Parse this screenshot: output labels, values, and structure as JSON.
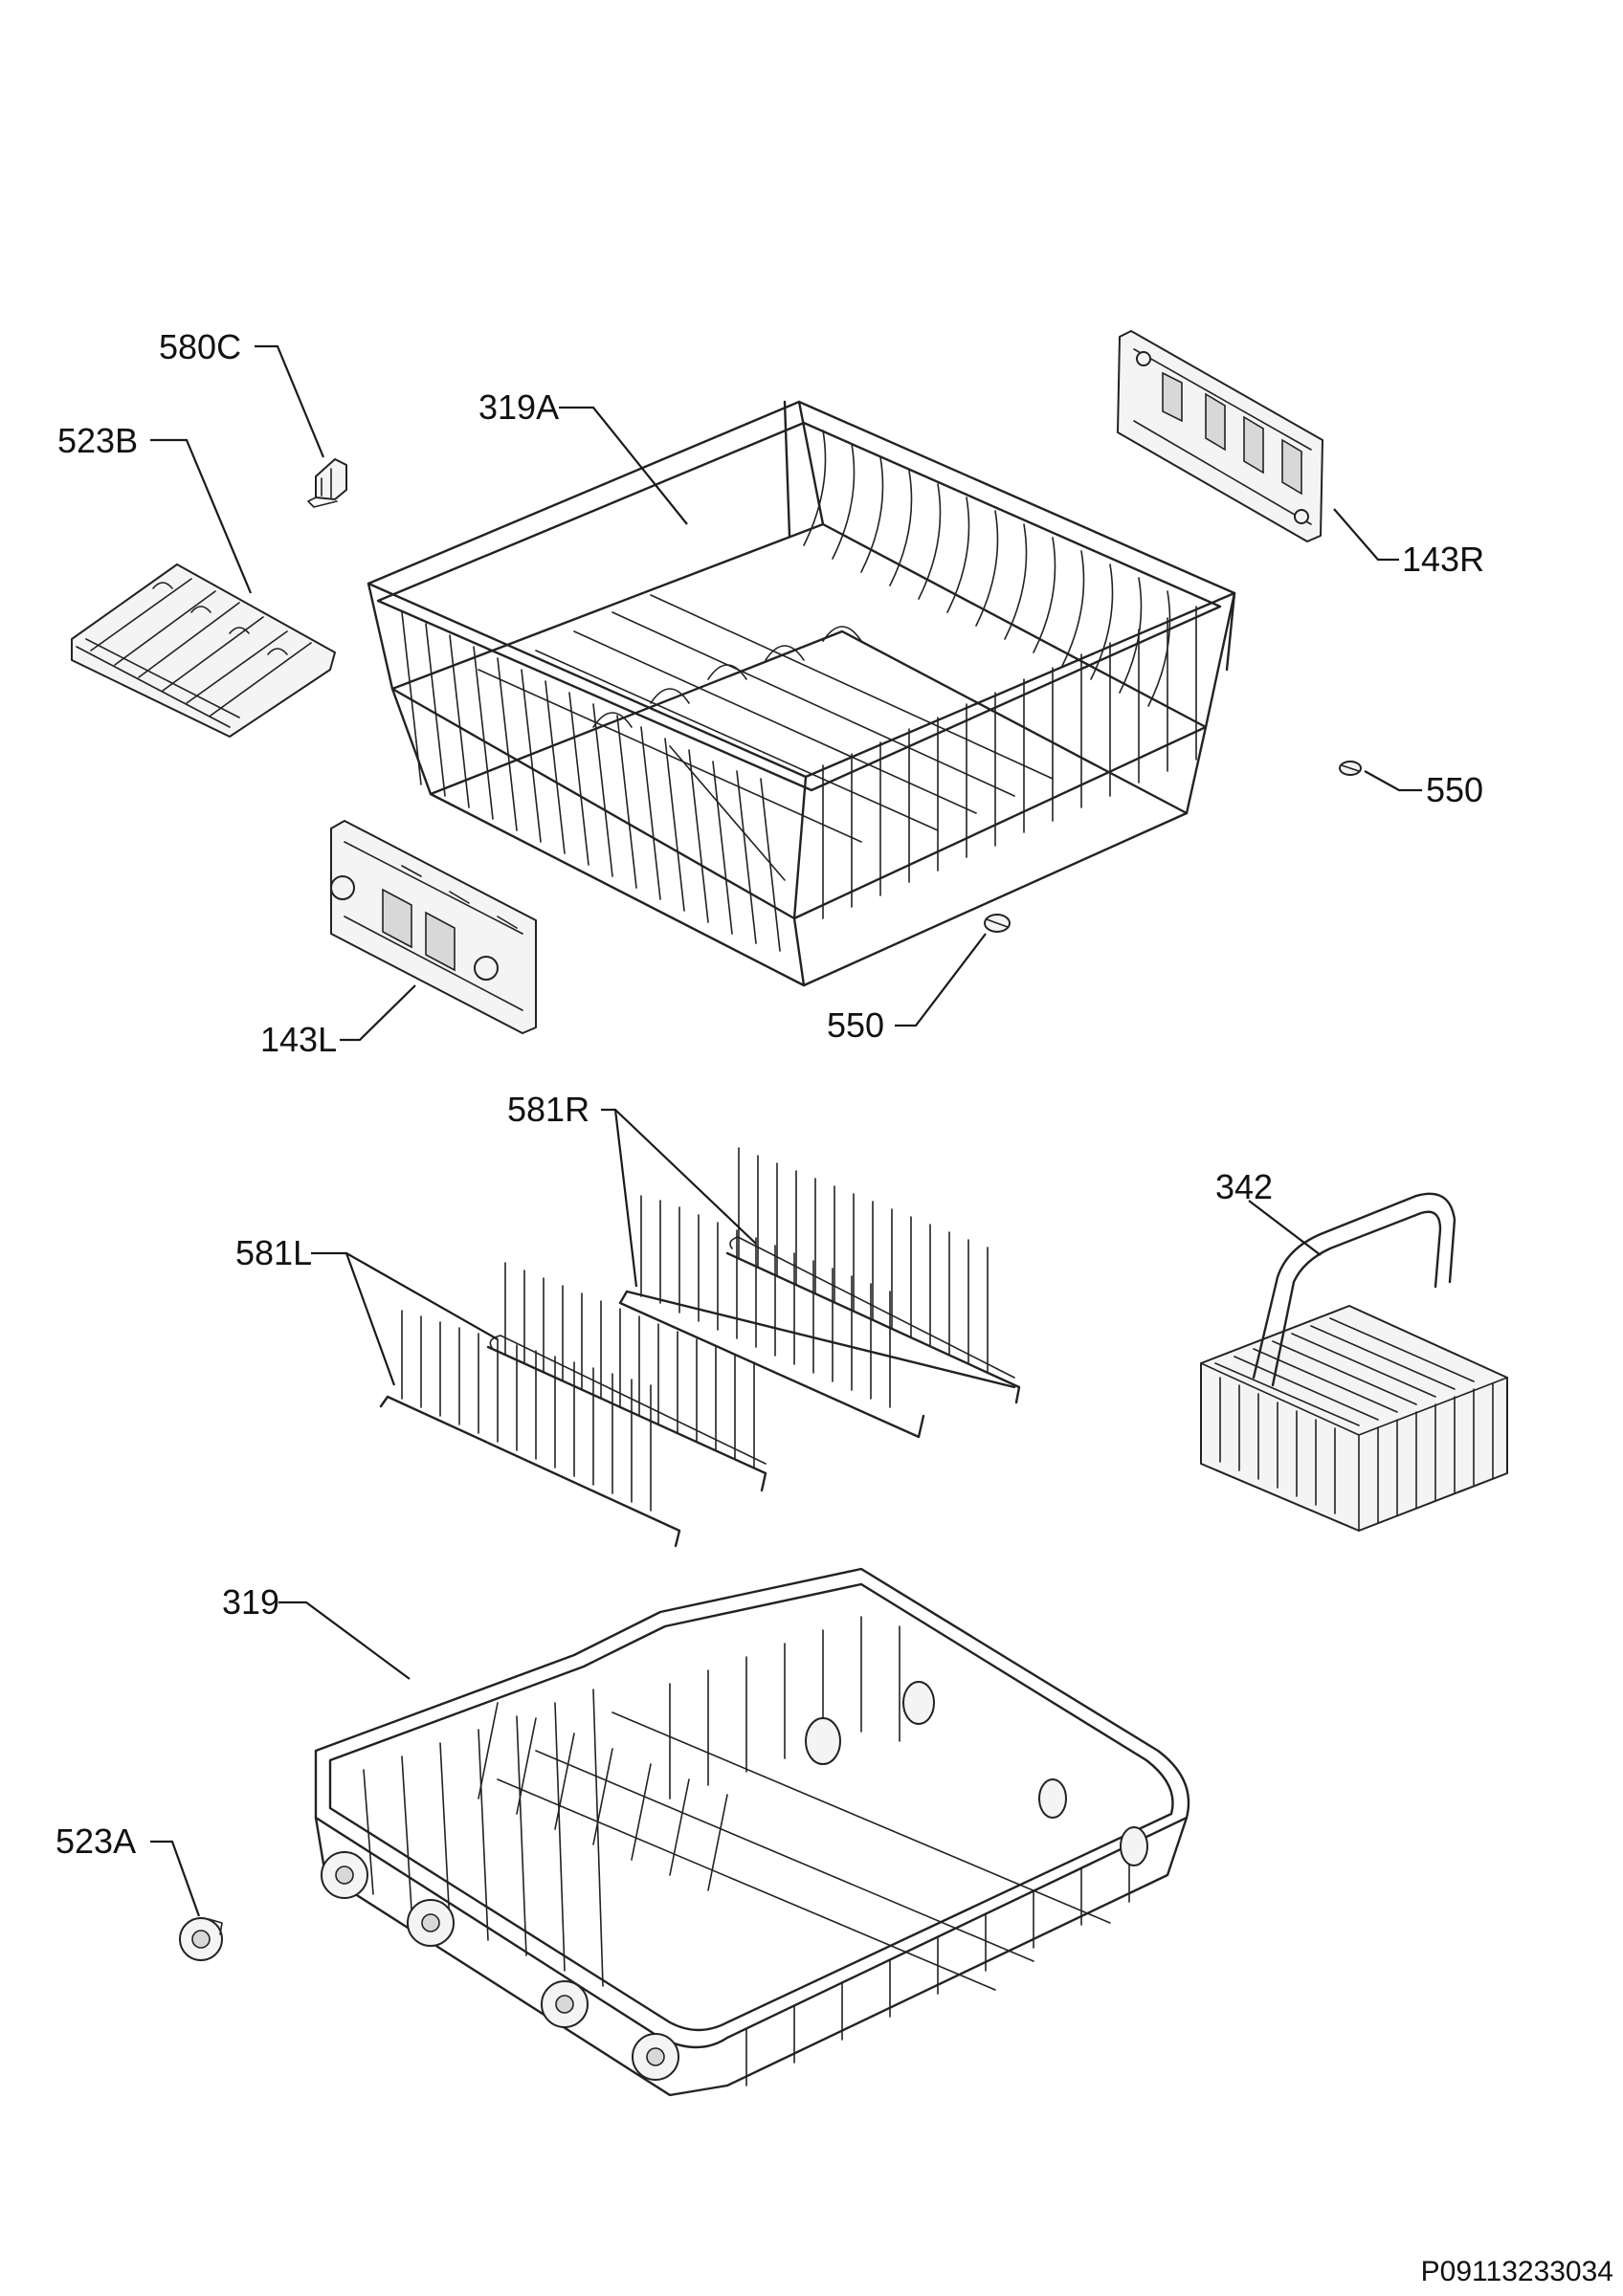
{
  "labels": {
    "l580C": "580C",
    "l319A": "319A",
    "l523B": "523B",
    "l143R": "143R",
    "l550a": "550",
    "l550b": "550",
    "l143L": "143L",
    "l581R": "581R",
    "l581L": "581L",
    "l342": "342",
    "l319": "319",
    "l523A": "523A"
  },
  "document_code": "P09113233034"
}
